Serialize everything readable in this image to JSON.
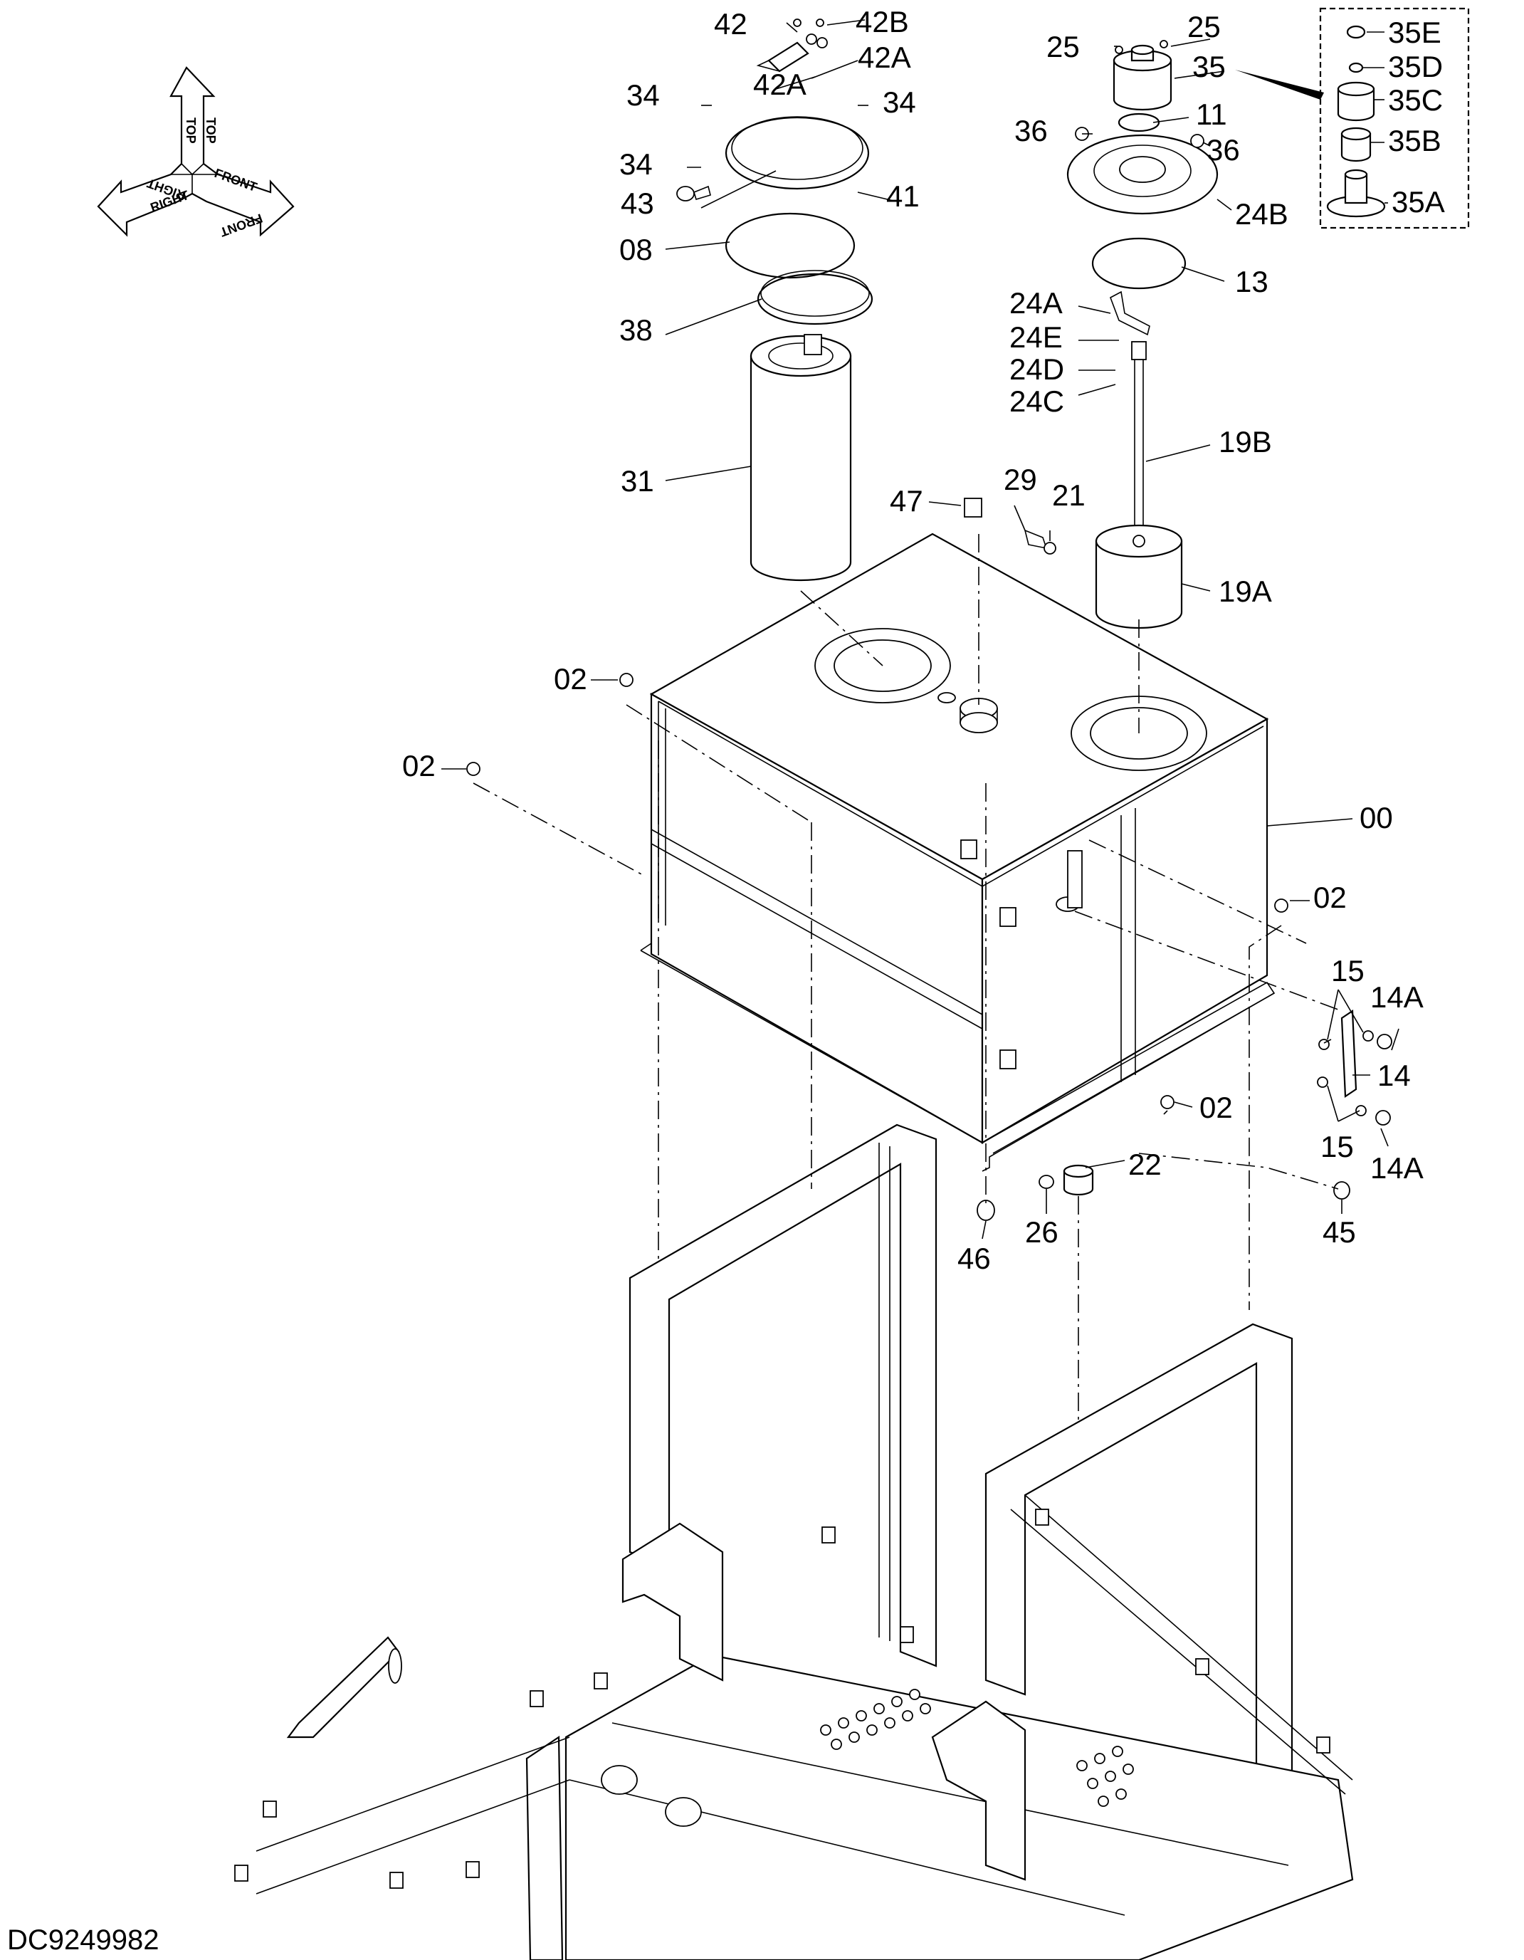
{
  "diagram": {
    "drawing_code": "DC9249982",
    "orientation": {
      "top": "TOP",
      "right": "RIGHT",
      "front": "FRONT"
    },
    "callouts": [
      "42",
      "42B",
      "42A",
      "42A",
      "34",
      "34",
      "34",
      "43",
      "41",
      "08",
      "38",
      "31",
      "25",
      "25",
      "35",
      "11",
      "36",
      "36",
      "24B",
      "13",
      "24A",
      "24E",
      "24D",
      "24C",
      "19B",
      "19A",
      "47",
      "29",
      "21",
      "02",
      "02",
      "02",
      "02",
      "00",
      "15",
      "15",
      "14A",
      "14A",
      "14",
      "22",
      "26",
      "46",
      "45",
      "35E",
      "35D",
      "35C",
      "35B",
      "35A"
    ]
  }
}
